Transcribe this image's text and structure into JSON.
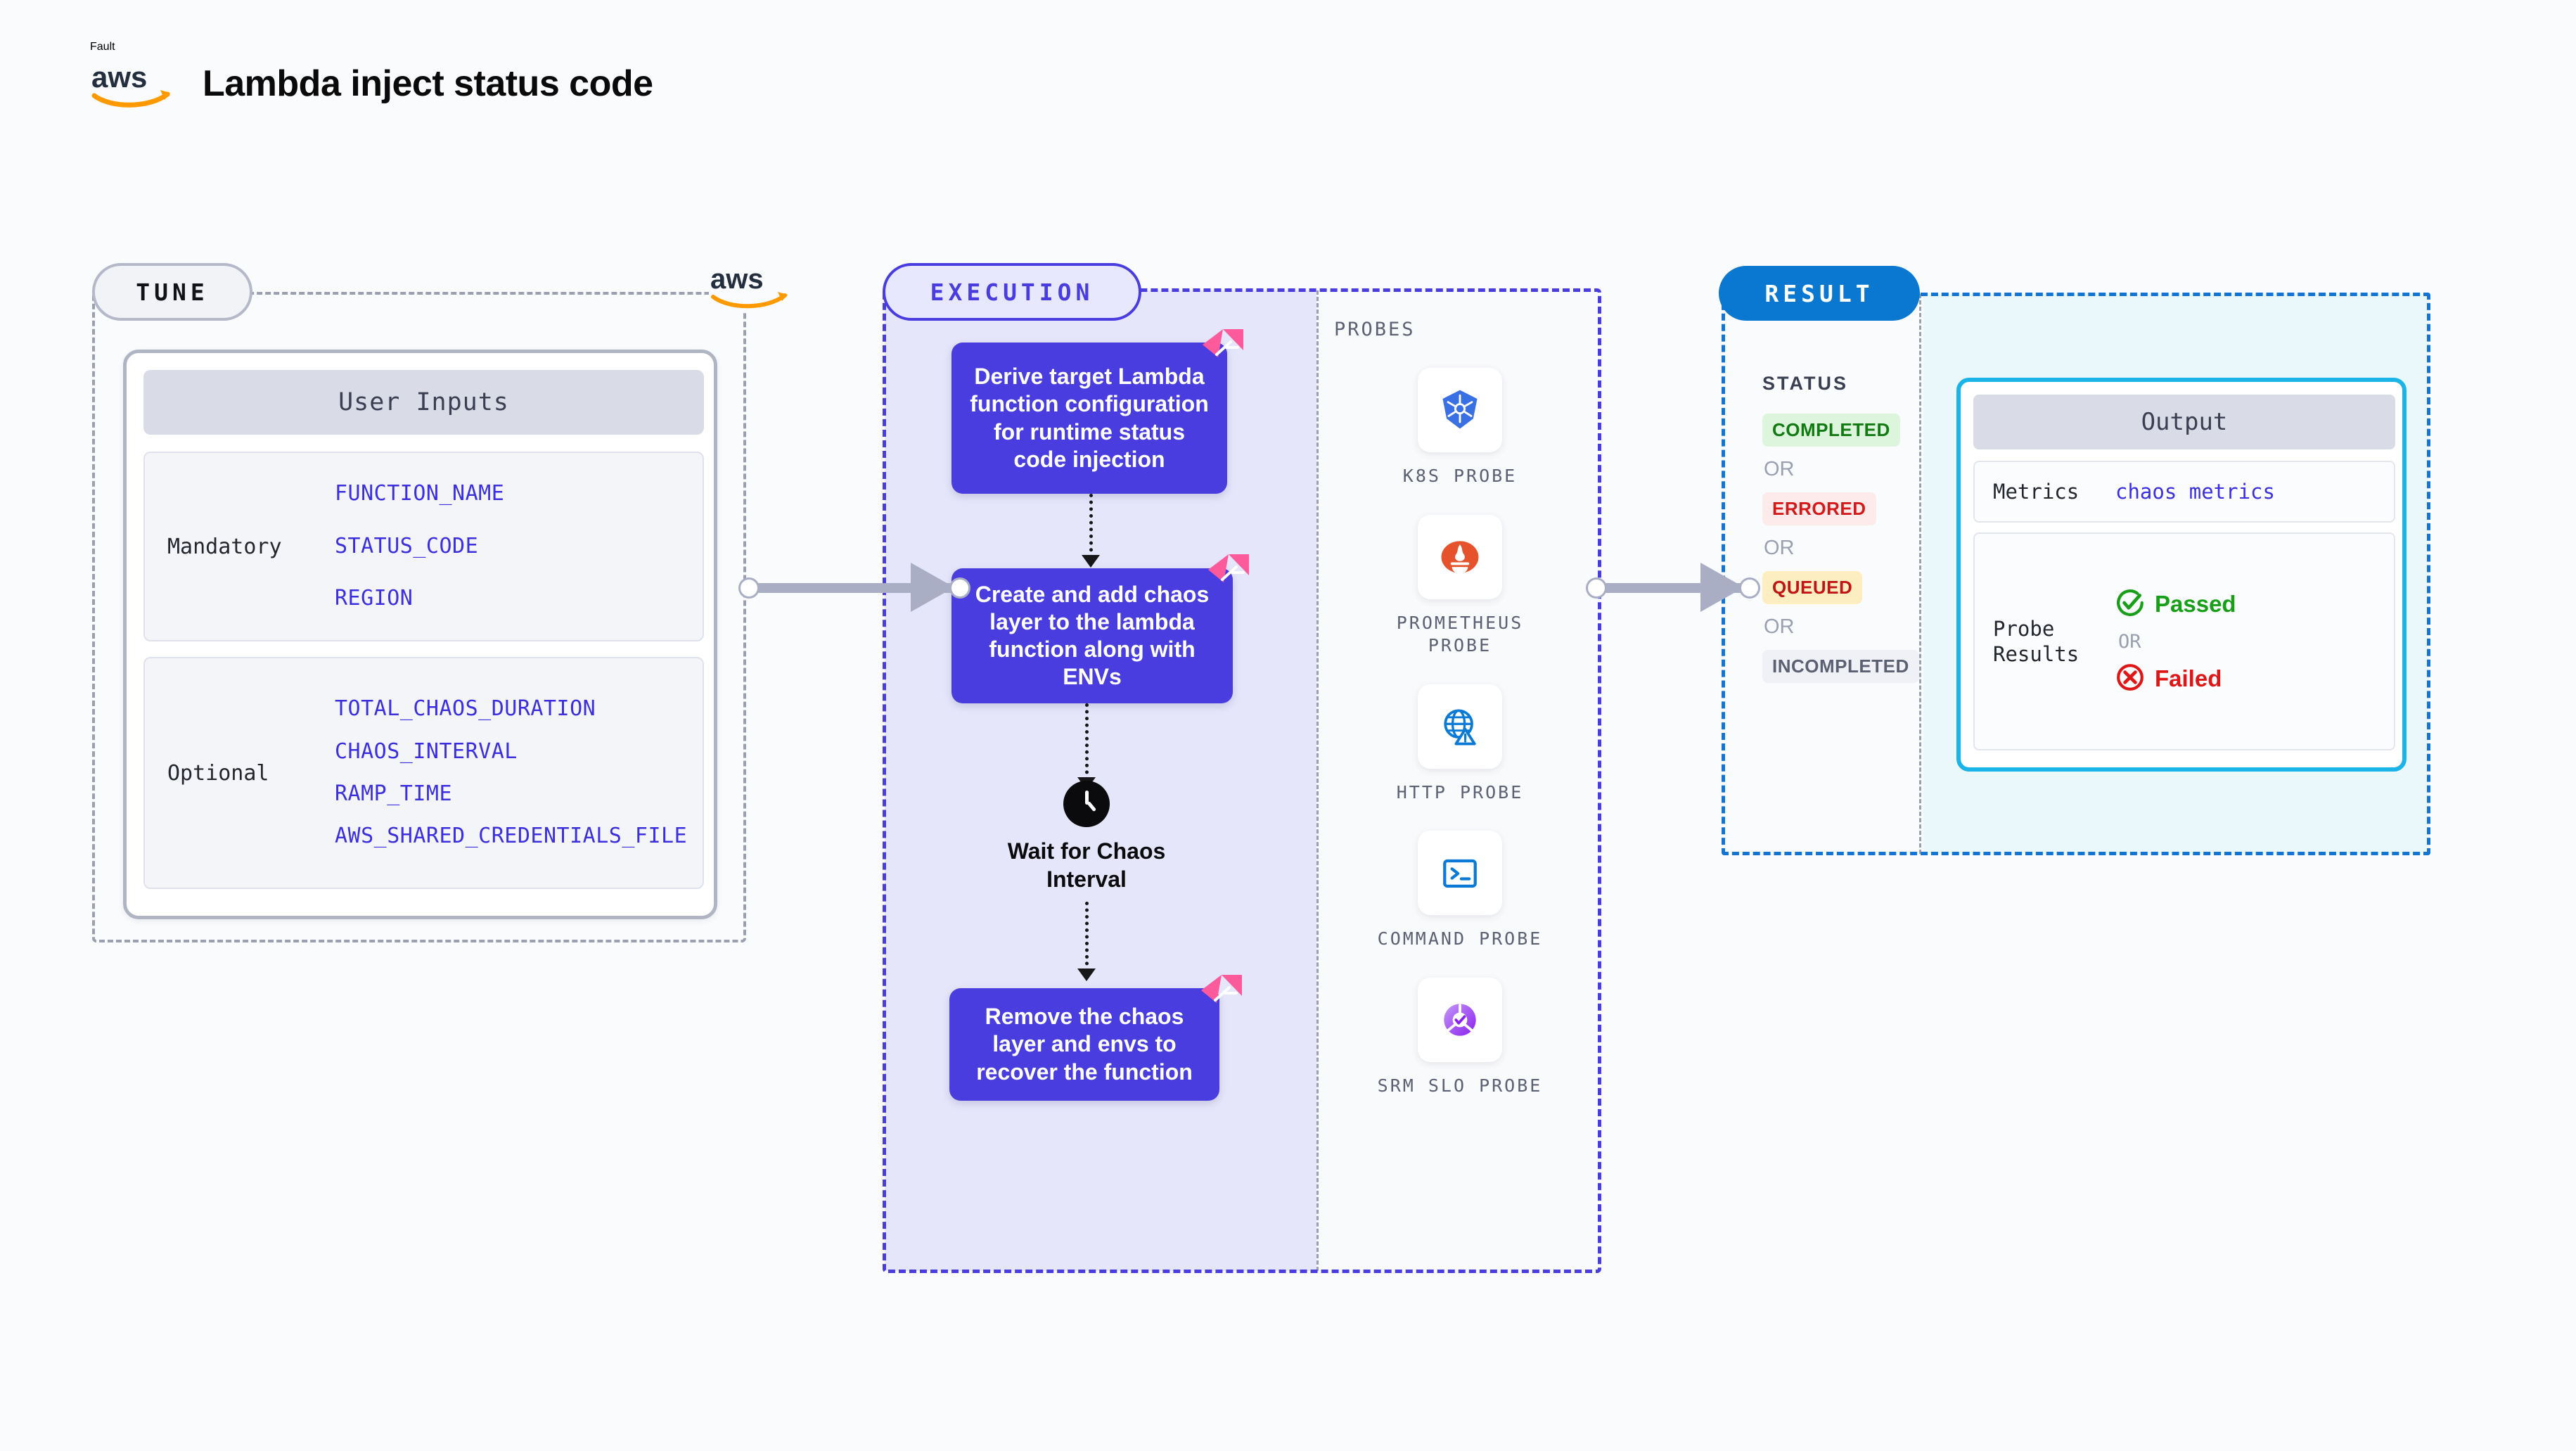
{
  "header": {
    "kicker": "Fault",
    "brand_icon": "aws-logo",
    "title": "Lambda inject status code"
  },
  "tune": {
    "badge": "TUNE",
    "brand_icon": "aws-logo",
    "card_title": "User Inputs",
    "groups": [
      {
        "label": "Mandatory",
        "items": [
          "FUNCTION_NAME",
          "STATUS_CODE",
          "REGION"
        ]
      },
      {
        "label": "Optional",
        "items": [
          "TOTAL_CHAOS_DURATION",
          "CHAOS_INTERVAL",
          "RAMP_TIME",
          "AWS_SHARED_CREDENTIALS_FILE"
        ]
      }
    ]
  },
  "execution": {
    "badge": "EXECUTION",
    "steps": [
      "Derive target Lambda function configuration for runtime status code injection",
      "Create and add chaos layer to the lambda function along with ENVs"
    ],
    "wait_node": {
      "icon": "clock-icon",
      "label": "Wait for Chaos Interval"
    },
    "final_step": "Remove the chaos layer and envs to recover the function",
    "badge_icon": "litmus-logo"
  },
  "probes": {
    "title": "PROBES",
    "items": [
      {
        "icon": "kubernetes-icon",
        "label": "K8S PROBE"
      },
      {
        "icon": "prometheus-icon",
        "label": "PROMETHEUS PROBE"
      },
      {
        "icon": "http-globe-icon",
        "label": "HTTP PROBE"
      },
      {
        "icon": "terminal-icon",
        "label": "COMMAND PROBE"
      },
      {
        "icon": "srm-slo-icon",
        "label": "SRM SLO PROBE"
      }
    ]
  },
  "result": {
    "badge": "RESULT",
    "status_title": "STATUS",
    "or_label": "OR",
    "statuses": [
      {
        "label": "COMPLETED",
        "tone": "success"
      },
      {
        "label": "ERRORED",
        "tone": "error"
      },
      {
        "label": "QUEUED",
        "tone": "warning"
      },
      {
        "label": "INCOMPLETED",
        "tone": "neutral"
      }
    ],
    "output": {
      "title": "Output",
      "metrics_key": "Metrics",
      "metrics_value": "chaos metrics",
      "probe_key": "Probe Results",
      "probe_pass": "Passed",
      "probe_fail": "Failed",
      "or_label": "OR"
    }
  },
  "colors": {
    "accent_purple": "#4a3de0",
    "accent_blue": "#0a78d0",
    "accent_cyan": "#1bb4e8",
    "litmus_pink": "#fc5a9b",
    "aws_orange": "#ff9900",
    "success": "#17a017",
    "error": "#e01616",
    "warning": "#c11414",
    "neutral": "#5c6073"
  }
}
